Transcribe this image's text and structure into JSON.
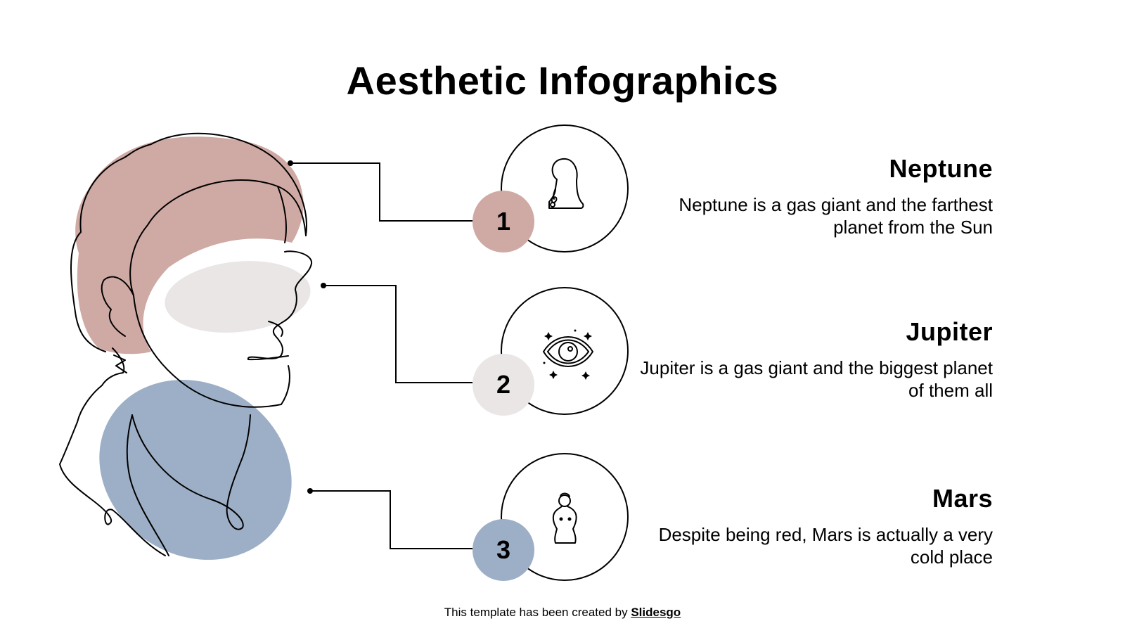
{
  "slide": {
    "title": "Aesthetic Infographics",
    "colors": {
      "pink": "#cfa9a4",
      "grey": "#e9e6e5",
      "blue": "#9dafc6",
      "line": "#000000"
    },
    "items": [
      {
        "number": "1",
        "heading": "Neptune",
        "text": "Neptune is a gas giant and the farthest planet from the Sun",
        "icon": "woman-profile-icon"
      },
      {
        "number": "2",
        "heading": "Jupiter",
        "text": "Jupiter is a gas giant and the biggest planet of them all",
        "icon": "eye-icon"
      },
      {
        "number": "3",
        "heading": "Mars",
        "text": "Despite being red, Mars is actually a very cold place",
        "icon": "venus-statue-icon"
      }
    ],
    "footer": {
      "text": "This template has been created by ",
      "link": "Slidesgo"
    }
  }
}
